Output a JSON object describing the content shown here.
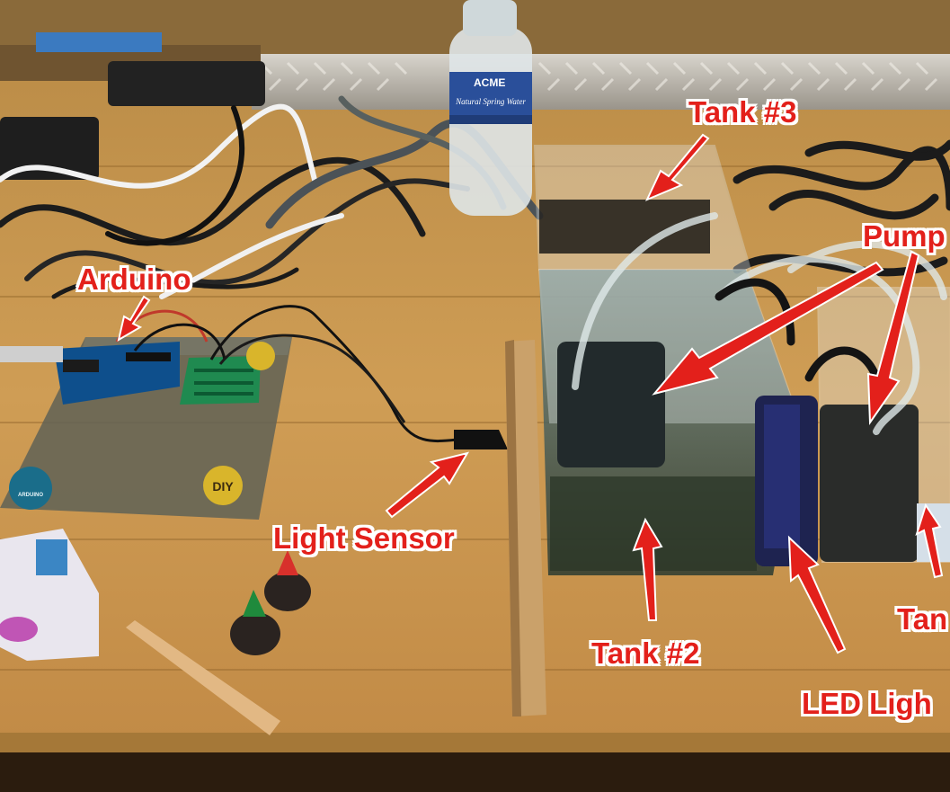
{
  "photo": {
    "subject": "workbench with Arduino, light sensor, water tanks, pumps and LED light",
    "bottle_label": {
      "brand": "ACME",
      "product": "Natural Spring Water"
    },
    "coaster_text": "DIY",
    "coaster_logo": "ARDUINO"
  },
  "callouts": {
    "tank3": "Tank #3",
    "pump": "Pump",
    "arduino": "Arduino",
    "light_sensor": "Light Sensor",
    "tank2": "Tank #2",
    "tank1": "Tan",
    "led_light": "LED Ligh"
  },
  "colors": {
    "annotation_red": "#e3201b",
    "annotation_outline": "#ffffff",
    "wood": "#c9974f",
    "glass_plate": "#5f6256"
  }
}
